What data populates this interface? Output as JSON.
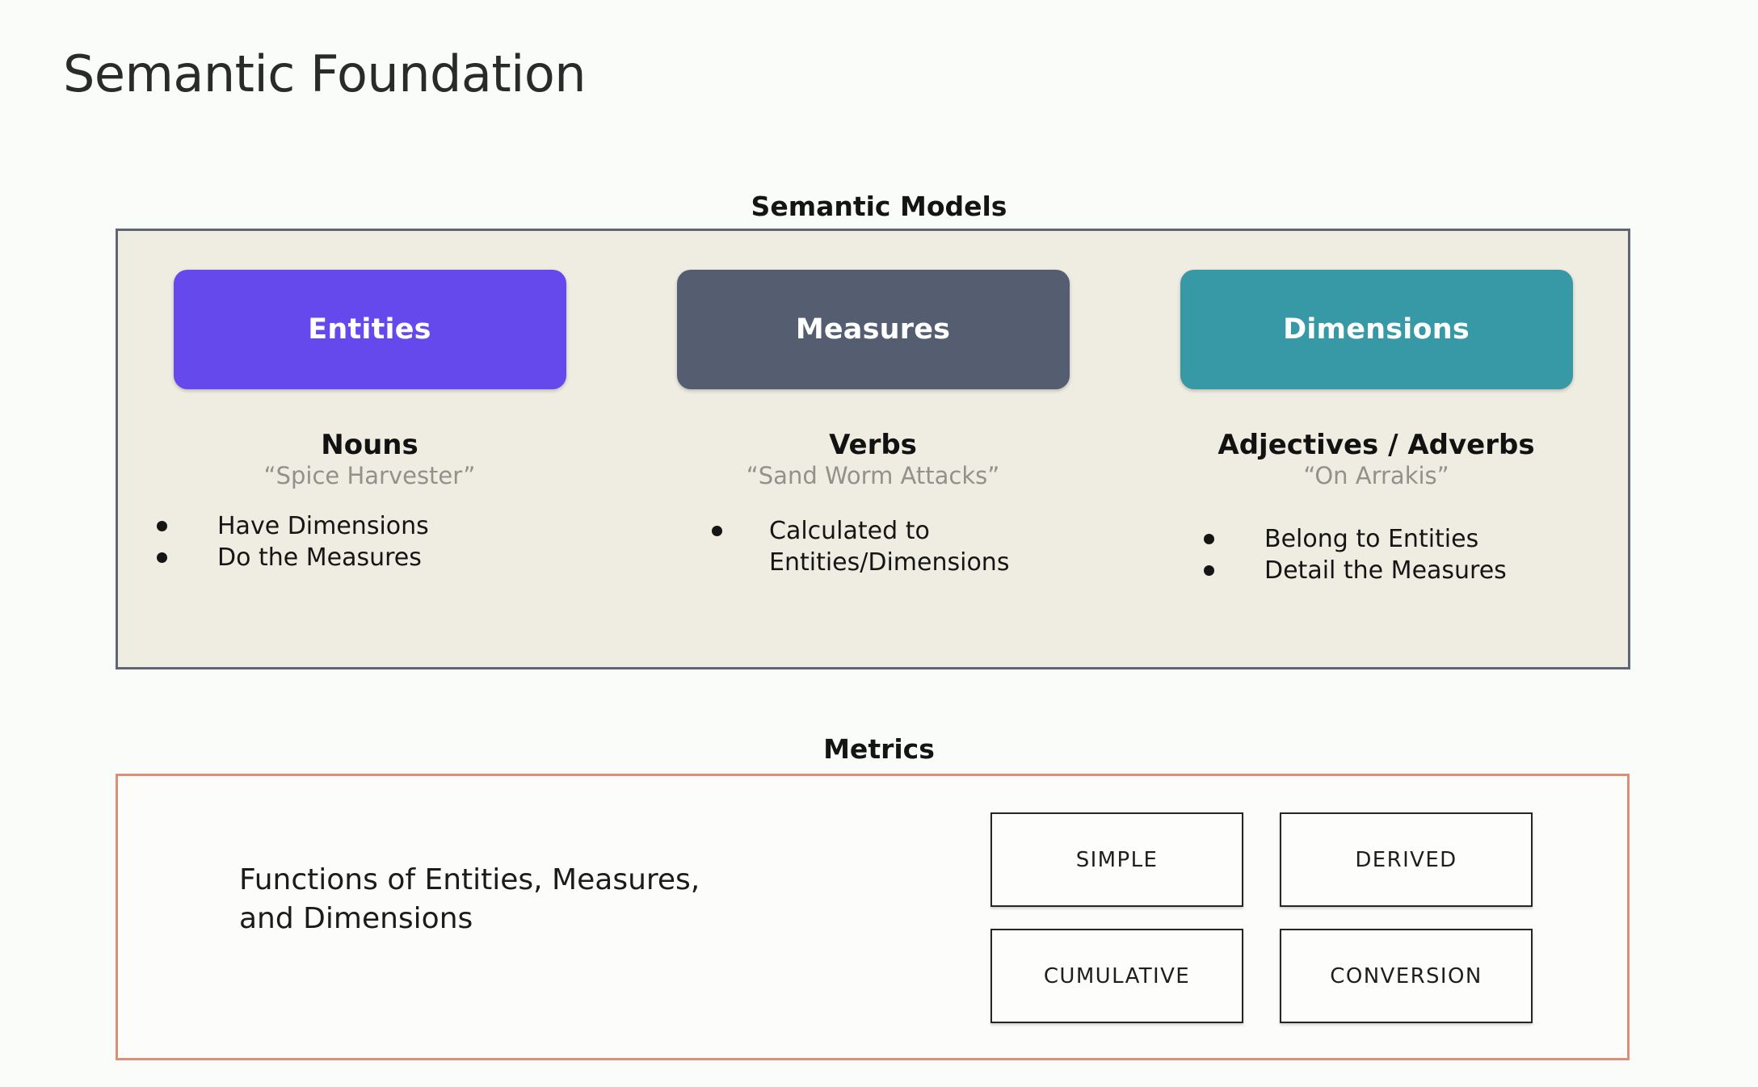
{
  "slide": {
    "title": "Semantic Foundation"
  },
  "semantic_models": {
    "caption": "Semantic Models",
    "panel_bg": "#EFEDE2",
    "panel_border": "#5E6574",
    "columns": [
      {
        "chip_label": "Entities",
        "chip_color": "#6549EC",
        "part_of_speech": "Nouns",
        "example": "“Spice Harvester”",
        "bullets": [
          "Have Dimensions",
          "Do the Measures"
        ]
      },
      {
        "chip_label": "Measures",
        "chip_color": "#555D71",
        "part_of_speech": "Verbs",
        "example": "“Sand Worm Attacks”",
        "bullets": [
          "Calculated to\nEntities/Dimensions"
        ]
      },
      {
        "chip_label": "Dimensions",
        "chip_color": "#3899A6",
        "part_of_speech": "Adjectives / Adverbs",
        "example": "“On Arrakis”",
        "bullets": [
          "Belong to Entities",
          "Detail the Measures"
        ]
      }
    ]
  },
  "metrics": {
    "caption": "Metrics",
    "panel_border": "#DC8E76",
    "description": "Functions of Entities, Measures,\nand Dimensions",
    "types": [
      "SIMPLE",
      "DERIVED",
      "CUMULATIVE",
      "CONVERSION"
    ]
  }
}
